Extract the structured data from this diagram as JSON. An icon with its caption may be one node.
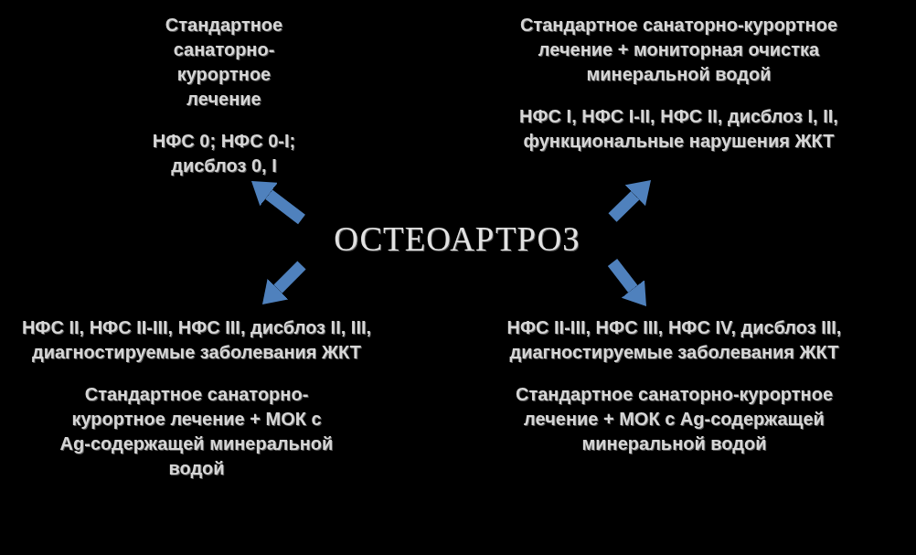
{
  "diagram": {
    "nodes": [
      {
        "text": [
          "Стандартное санаторно-курортное лечение",
          "НФС 0; НФС 0-I; дисблоз 0, I"
        ]
      },
      {
        "text": [
          "Стандартное санаторно-курортное лечение + мониторная очистка минеральной водой",
          "НФС I, НФС I-II, НФС II, дисблоз I, II, функциональные нарушения ЖКТ"
        ]
      },
      {
        "text": [
          "ОСТЕОАРТРОЗ"
        ]
      },
      {
        "text": [
          "НФС II, НФС II-III, НФС III, дисблоз II, III, диагностируемые заболевания ЖКТ",
          "Стандартное санаторно-курортное лечение + МОК с Ag-содержащей минеральной водой"
        ]
      },
      {
        "text": [
          "НФС II-III, НФС III, НФС IV, дисблоз III, диагностируемые заболевания ЖКТ",
          "Стандартное санаторно-курортное лечение + МОК с Ag-содержащей минеральной водой"
        ]
      }
    ],
    "edges": [
      {
        "from": 2,
        "to": 0,
        "arrow": "to"
      },
      {
        "from": 2,
        "to": 1,
        "arrow": "to"
      },
      {
        "from": 2,
        "to": 3,
        "arrow": "to"
      },
      {
        "from": 2,
        "to": 4,
        "arrow": "to"
      }
    ]
  }
}
